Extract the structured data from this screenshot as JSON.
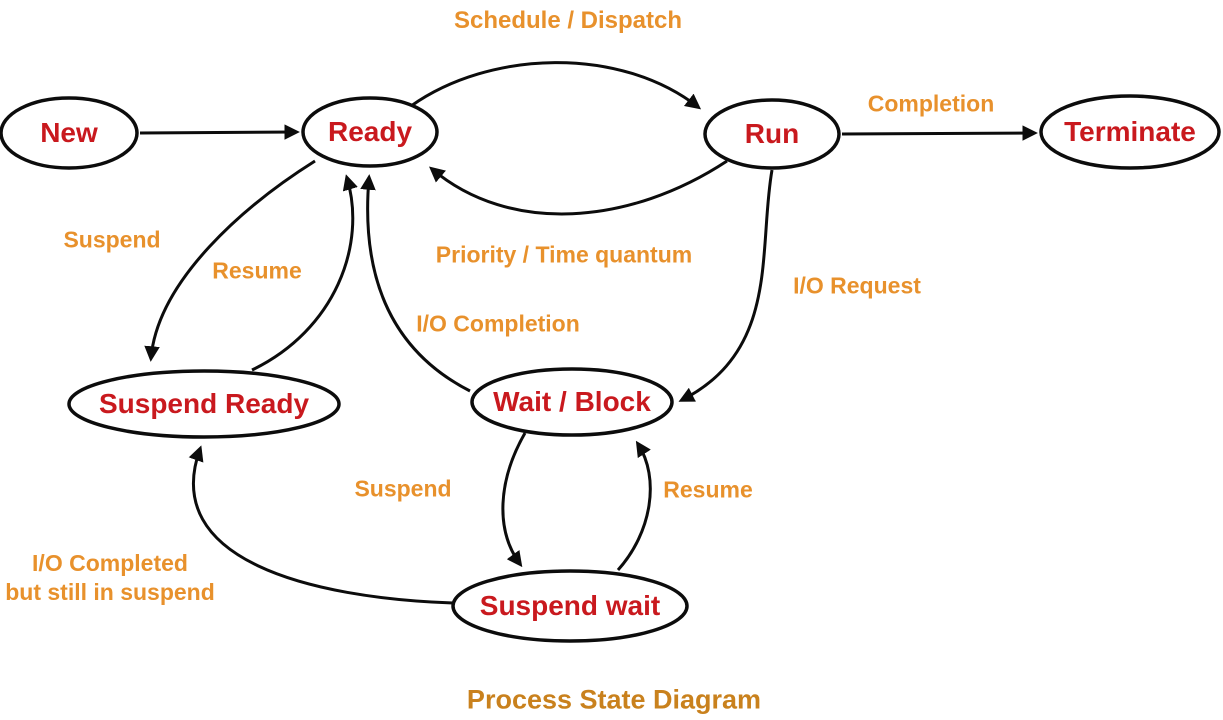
{
  "diagram": {
    "title": "Process State Diagram",
    "colors": {
      "state_text": "#c9191e",
      "transition_text": "#e8912c",
      "title_text": "#c9811d",
      "line": "#0c0c0c",
      "background": "#ffffff"
    },
    "states": [
      {
        "id": "new",
        "label": "New"
      },
      {
        "id": "ready",
        "label": "Ready"
      },
      {
        "id": "run",
        "label": "Run"
      },
      {
        "id": "terminate",
        "label": "Terminate"
      },
      {
        "id": "suspend-ready",
        "label": "Suspend Ready"
      },
      {
        "id": "wait-block",
        "label": "Wait / Block"
      },
      {
        "id": "suspend-wait",
        "label": "Suspend wait"
      }
    ],
    "transitions": [
      {
        "id": "admit",
        "from": "new",
        "to": "ready",
        "label": ""
      },
      {
        "id": "schedule-dispatch",
        "from": "ready",
        "to": "run",
        "label": "Schedule / Dispatch"
      },
      {
        "id": "completion",
        "from": "run",
        "to": "terminate",
        "label": "Completion"
      },
      {
        "id": "priority-quantum",
        "from": "run",
        "to": "ready",
        "label": "Priority / Time quantum"
      },
      {
        "id": "io-request",
        "from": "run",
        "to": "wait-block",
        "label": "I/O Request"
      },
      {
        "id": "io-completion",
        "from": "wait-block",
        "to": "ready",
        "label": "I/O Completion"
      },
      {
        "id": "suspend-ready-edge",
        "from": "ready",
        "to": "suspend-ready",
        "label": "Suspend"
      },
      {
        "id": "resume-ready-edge",
        "from": "suspend-ready",
        "to": "ready",
        "label": "Resume"
      },
      {
        "id": "suspend-wait-edge",
        "from": "wait-block",
        "to": "suspend-wait",
        "label": "Suspend"
      },
      {
        "id": "resume-wait-edge",
        "from": "suspend-wait",
        "to": "wait-block",
        "label": "Resume"
      },
      {
        "id": "io-completed-suspend",
        "from": "suspend-wait",
        "to": "suspend-ready",
        "label": "I/O Completed but still in suspend",
        "label_lines": [
          "I/O Completed",
          "but still in suspend"
        ]
      }
    ]
  }
}
